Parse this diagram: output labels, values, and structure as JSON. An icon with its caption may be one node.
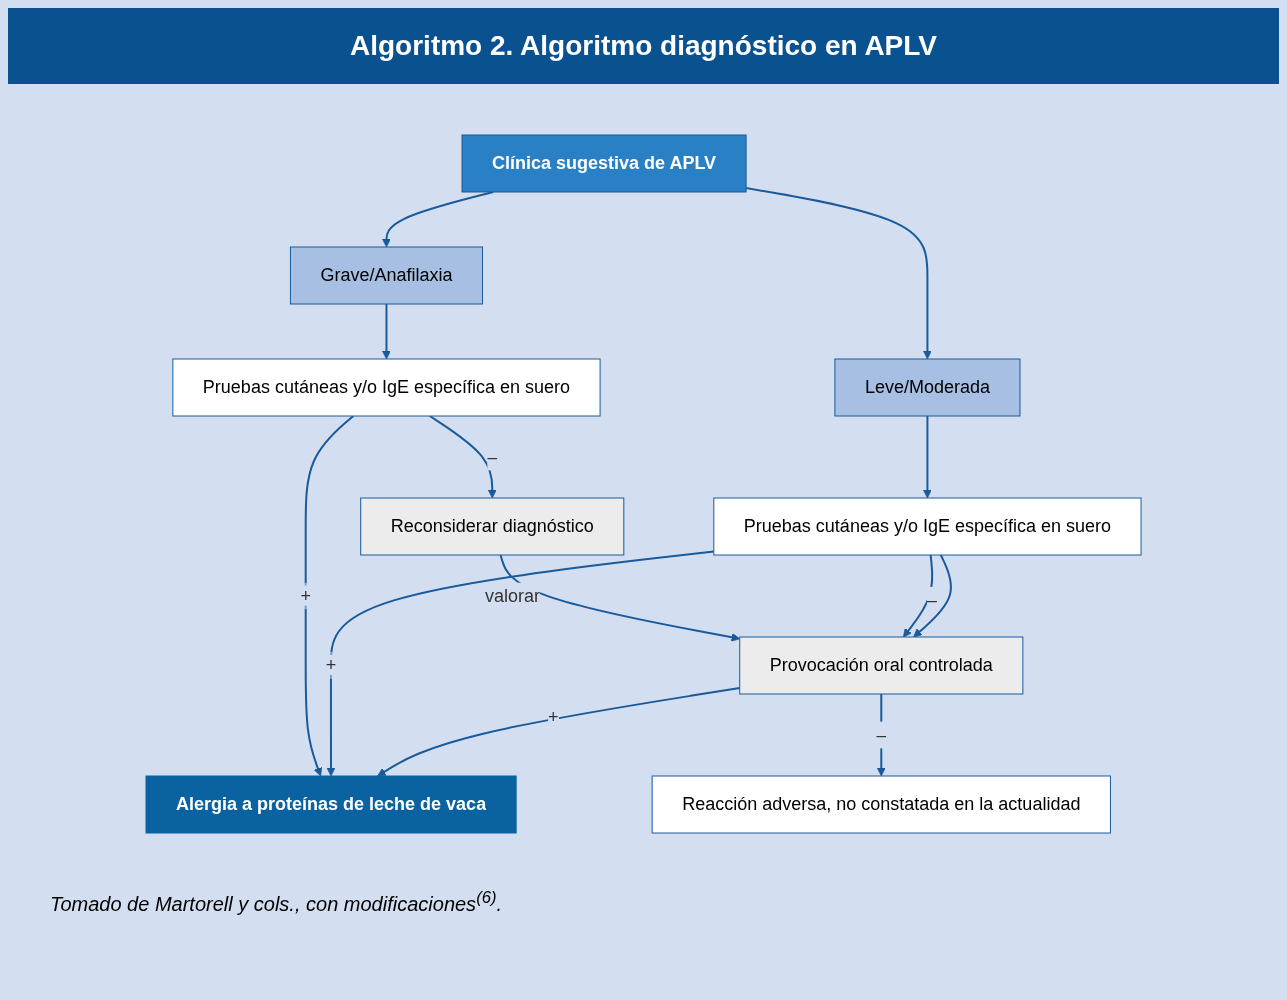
{
  "diagram": {
    "title": "Algoritmo 2. Algoritmo diagnóstico en APLV",
    "caption": "Tomado de Martorell y cols., con modificaciones$^{(6)}$.",
    "nodes": [
      {
        "text": [
          "Clínica sugestiva de APLV"
        ]
      },
      {
        "text": [
          "Grave/Anafilaxia"
        ]
      },
      {
        "text": [
          "Leve/Moderada"
        ]
      },
      {
        "text": [
          "Pruebas cutáneas y/o IgE específica en suero"
        ]
      },
      {
        "text": [
          "Pruebas cutáneas y/o IgE específica en suero"
        ]
      },
      {
        "text": [
          "Reconsiderar diagnóstico"
        ]
      },
      {
        "text": [
          "Provocación oral controlada"
        ]
      },
      {
        "text": [
          "Reacción adversa, no constatada en la actualidad"
        ]
      },
      {
        "text": [
          "Alergia a proteínas de leche de vaca"
        ]
      }
    ],
    "edges": [
      {
        "from": 0,
        "to": 1,
        "arrow": "to"
      },
      {
        "from": 0,
        "to": 2,
        "arrow": "to"
      },
      {
        "from": 1,
        "to": 3,
        "arrow": "to"
      },
      {
        "from": 2,
        "to": 4,
        "arrow": "to"
      },
      {
        "from": 3,
        "to": 8,
        "arrow": "to",
        "label": "+"
      },
      {
        "from": 3,
        "to": 5,
        "arrow": "to",
        "label": "–"
      },
      {
        "from": 5,
        "to": 6,
        "arrow": "to",
        "label": "valorar"
      },
      {
        "from": 4,
        "to": 6,
        "arrow": "to",
        "label": "–"
      },
      {
        "from": 4,
        "to": 6,
        "arrow": "to"
      },
      {
        "from": 4,
        "to": 8,
        "arrow": "to",
        "label": "+"
      },
      {
        "from": 6,
        "to": 7,
        "arrow": "to",
        "label": "–"
      },
      {
        "from": 6,
        "to": 8,
        "arrow": "to",
        "label": "+"
      }
    ]
  }
}
